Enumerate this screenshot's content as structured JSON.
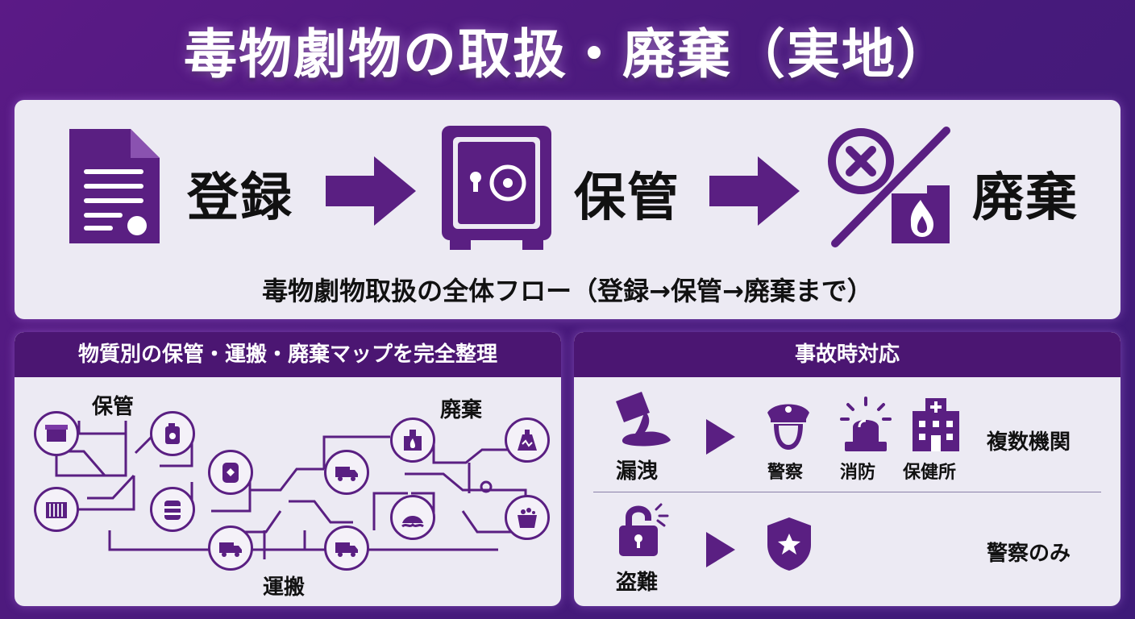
{
  "title": "毒物劇物の取扱・廃棄（実地）",
  "flow": {
    "steps": [
      {
        "label": "登録",
        "icon": "document-icon"
      },
      {
        "label": "保管",
        "icon": "safe-icon"
      },
      {
        "label": "廃棄",
        "icon": "disposal-icon"
      }
    ],
    "caption": "毒物劇物取扱の全体フロー（登録→保管→廃棄まで）"
  },
  "map": {
    "header": "物質別の保管・運搬・廃棄マップを完全整理",
    "groups": {
      "storage": "保管",
      "disposal": "廃棄",
      "transport": "運搬"
    }
  },
  "accident": {
    "header": "事故時対応",
    "rows": [
      {
        "event": "漏洩",
        "responders": [
          "警察",
          "消防",
          "保健所"
        ],
        "result": "複数機関"
      },
      {
        "event": "盗難",
        "responders": [],
        "result": "警察のみ"
      }
    ]
  },
  "colors": {
    "accent": "#4b1672",
    "icon": "#5a1f82",
    "panel": "#eceaf3"
  }
}
